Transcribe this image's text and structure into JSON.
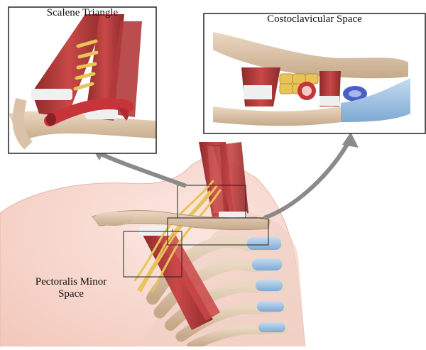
{
  "labels": {
    "scalene_triangle": "Scalene Triangle",
    "costoclavicular_space": "Costoclavicular Space",
    "pectoralis_minor_line1": "Pectoralis Minor",
    "pectoralis_minor_line2": "Space"
  },
  "colors": {
    "muscle": "#b23a3a",
    "muscle_dark": "#8e2a2a",
    "tendon": "#eeeeee",
    "nerve": "#e8c35a",
    "bone": "#d9c2a7",
    "artery": "#c7343a",
    "vein": "#4a5fc4",
    "cartilage": "#a8cbe8",
    "skin": "#f8dcd2",
    "frame": "#222222",
    "arrow": "#8a8a8a"
  }
}
